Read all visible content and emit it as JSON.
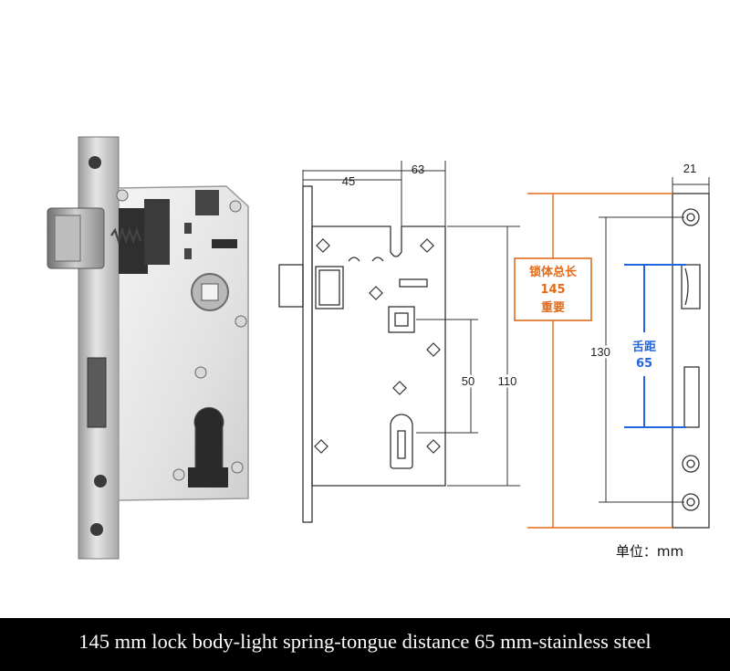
{
  "caption": "145 mm lock body-light spring-tongue distance 65 mm-stainless steel",
  "front_view": {
    "dim_backset": "45",
    "dim_width": "63",
    "dim_handle_to_cylinder": "50",
    "dim_body_height": "110"
  },
  "side_view": {
    "dim_faceplate_width": "21",
    "dim_screw_spacing": "130",
    "total_length_label": "锁体总长",
    "total_length_value": "145",
    "total_length_note": "重要",
    "tongue_distance_label": "舌距",
    "tongue_distance_value": "65"
  },
  "unit_label": "单位：mm",
  "colors": {
    "orange": "#e06b1c",
    "blue": "#2266dd",
    "caption_bg": "#000000"
  }
}
